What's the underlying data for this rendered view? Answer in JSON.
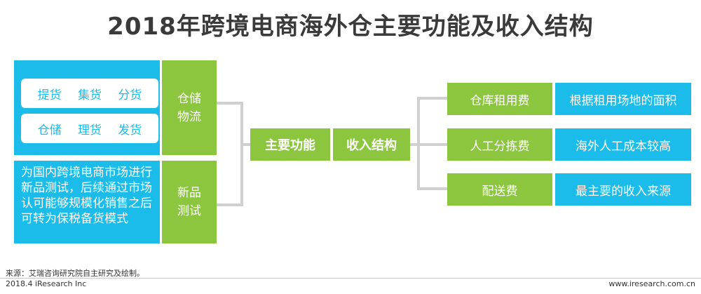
{
  "title": "2018年跨境电商海外仓主要功能及收入结构",
  "left": {
    "row1_items": [
      "提货",
      "集货",
      "分货"
    ],
    "row2_items": [
      "仓储",
      "理货",
      "发货"
    ],
    "warehouse_label_line1": "仓储",
    "warehouse_label_line2": "物流",
    "description": "为国内跨境电商市场进行新品测试，后续通过市场认可能够规模化销售之后可转为保税备货模式",
    "newproduct_label_line1": "新品",
    "newproduct_label_line2": "测试"
  },
  "center": {
    "main_function": "主要功能",
    "revenue_structure": "收入结构"
  },
  "right": {
    "rows": [
      {
        "fee": "仓库租用费",
        "basis": "根据租用场地的面积"
      },
      {
        "fee": "人工分拣费",
        "basis": "海外人工成本较高"
      },
      {
        "fee": "配送费",
        "basis": "最主要的收入来源"
      }
    ]
  },
  "source": "来源：艾瑞咨询研究院自主研究及绘制。",
  "footer_left": "2018.4 iResearch Inc",
  "footer_right": "www.iresearch.com.cn",
  "colors": {
    "blue": "#1bbcea",
    "green": "#8cc63f",
    "title": "#3a3a3a"
  }
}
